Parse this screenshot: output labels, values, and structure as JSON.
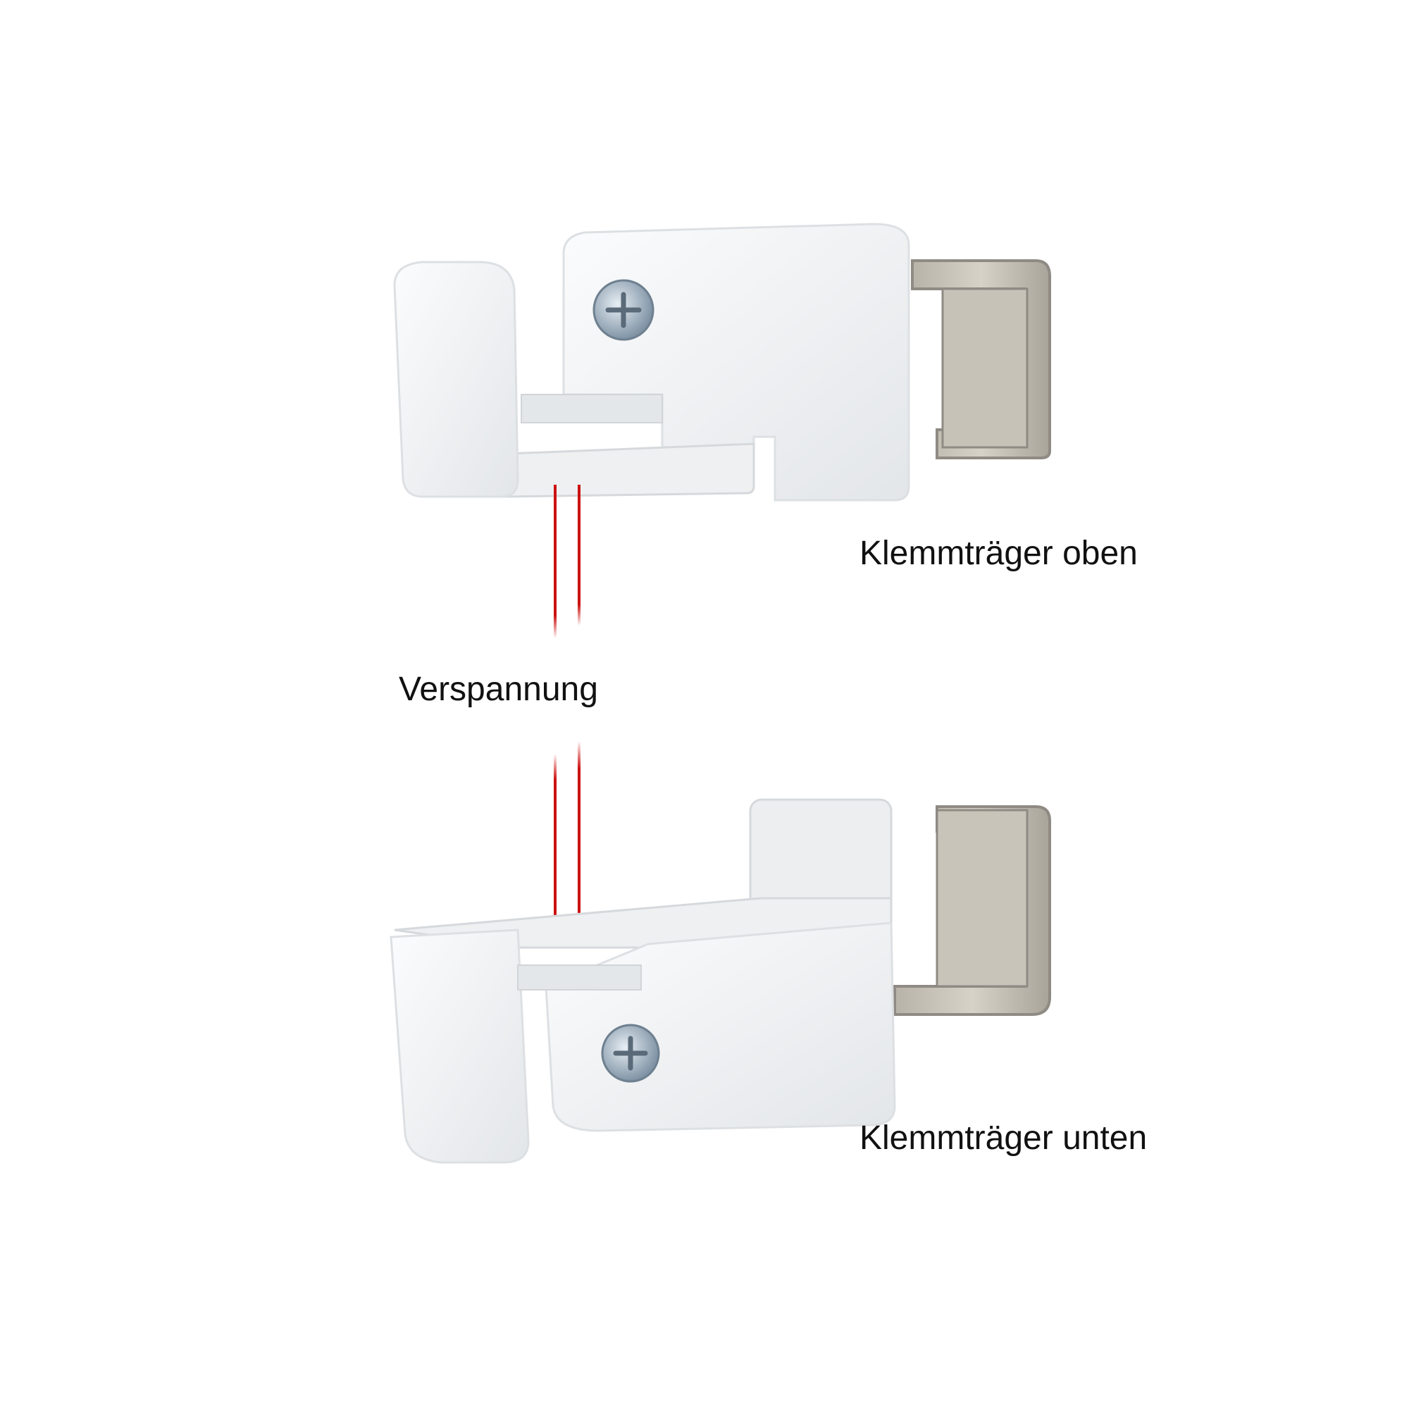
{
  "labels": {
    "top_clamp": "Klemmträger oben",
    "tension": "Verspannung",
    "bottom_clamp": "Klemmträger unten"
  },
  "colors": {
    "background": "#ffffff",
    "plastic": "#f4f5f6",
    "plastic_shadow": "#dfe2e5",
    "metal": "#c9c5bb",
    "metal_dark": "#8f8b84",
    "screw": "#9fb0bf",
    "tension_line": "#cc1111",
    "text": "#111111"
  },
  "icons": [
    "screw-icon",
    "clamp-bracket-icon"
  ]
}
